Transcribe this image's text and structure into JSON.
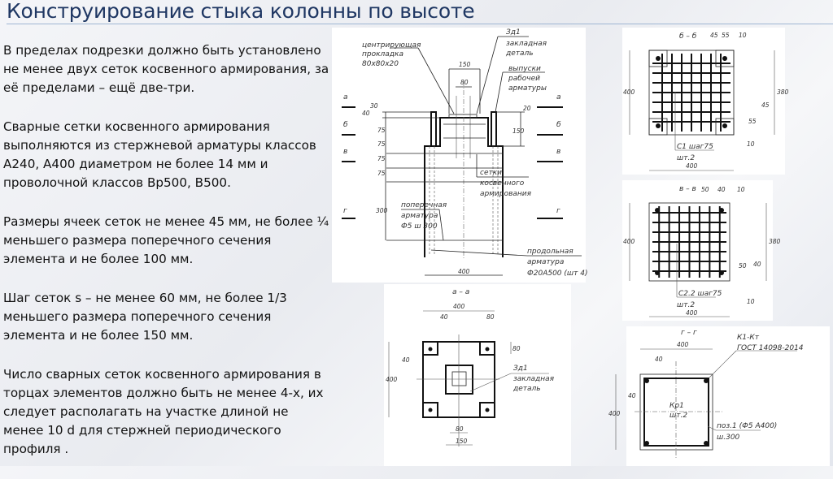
{
  "slide": {
    "title": "Конструирование стыка колонны по высоте",
    "paragraphs": [
      "В пределах подрезки должно быть установлено не менее двух сеток косвенного армирования, за её пределами – ещё две-три.",
      "Сварные сетки косвенного армирования выполняются из стержневой арматуры классов А240, А400 диаметром не более 14 мм и проволочной классов Вр500, В500.",
      "Размеры ячеек сеток не менее 45 мм, не более ¼ меньшего размера поперечного сечения элемента и не более 100 мм.",
      "Шаг сеток s – не менее 60 мм, не более 1/3 меньшего размера поперечного сечения элемента и не более 150 мм.",
      "Число сварных сеток косвенного армирования в торцах элементов должно быть не менее 4-х, их следует располагать на участке длиной не менее 10 d для стержней периодического профиля ."
    ]
  },
  "elevation": {
    "pad_label": [
      "центрирующая",
      "прокладка",
      "80x80x20"
    ],
    "embed_label": [
      "Зд1",
      "закладная",
      "деталь"
    ],
    "bars_label": [
      "выпуски",
      "рабочей",
      "арматуры"
    ],
    "mesh_label": [
      "сетки",
      "косвенного",
      "армирования"
    ],
    "transverse_label": [
      "поперечная",
      "арматура",
      "Ф5 ш 300"
    ],
    "longitudinal_label": [
      "продольная",
      "арматура",
      "Ф20А500 (шт 4)"
    ],
    "sections": [
      "а",
      "б",
      "в",
      "г"
    ],
    "dims": {
      "top150": "150",
      "top80": "80",
      "d30": "30",
      "d40": "40",
      "d75": "75",
      "d300": "300",
      "r20": "20",
      "r150": "150",
      "bottom": "400"
    }
  },
  "section_bb": {
    "title": "б – б",
    "d1": "45",
    "d2": "55",
    "d3": "10",
    "left": "400",
    "right": "380",
    "r45": "45",
    "r55": "55",
    "r10": "10",
    "mark": "С1 шаг75",
    "qty": "шт.2",
    "bottom": "400"
  },
  "section_vv": {
    "title": "в – в",
    "d1": "50",
    "d2": "40",
    "d3": "10",
    "left": "400",
    "right": "380",
    "r50": "50",
    "r40": "40",
    "r10": "10",
    "mark": "С2.2 шаг75",
    "qty": "шт.2",
    "bottom": "400"
  },
  "section_aa": {
    "title": "а – а",
    "top": "400",
    "t40": "40",
    "t80": "80",
    "r80": "80",
    "l40": "40",
    "left": "400",
    "embed": [
      "Зд1",
      "закладная",
      "деталь"
    ],
    "b80": "80",
    "b150": "150"
  },
  "section_gg": {
    "title": "г – г",
    "top": "400",
    "t40": "40",
    "l40": "40",
    "left": "400",
    "gost": [
      "К1-Кт",
      "ГОСТ 14098-2014"
    ],
    "cage": [
      "Кр1",
      "шт.2"
    ],
    "pos": [
      "поз.1 (Ф5 А400)",
      "ш.300"
    ]
  }
}
